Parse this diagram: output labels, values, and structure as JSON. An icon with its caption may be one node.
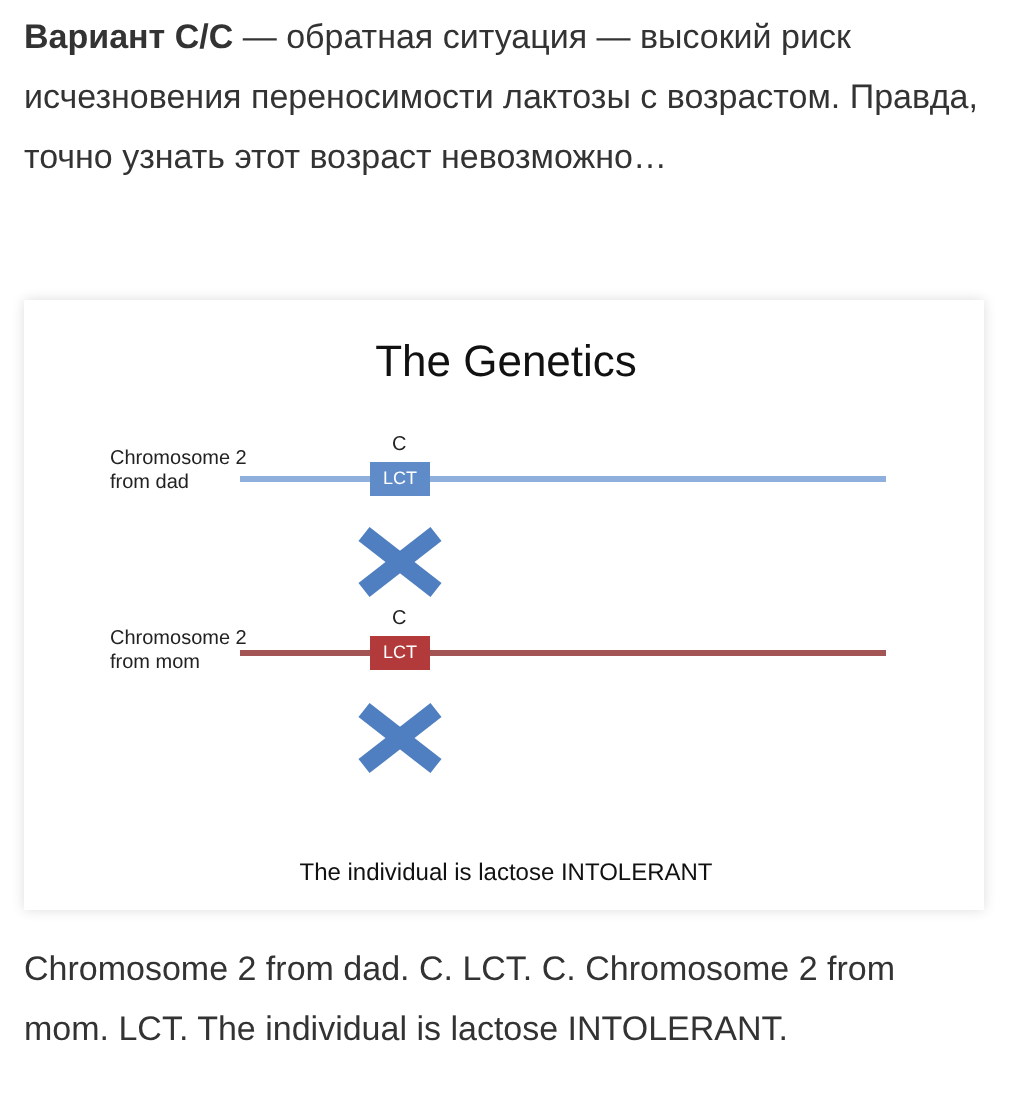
{
  "diagram": {
    "nodes": [
      {
        "text": [
          "LCT"
        ],
        "beside": [
          "C"
        ]
      },
      {
        "text": [
          "LCT"
        ],
        "beside": [
          "C"
        ]
      }
    ],
    "edges": [],
    "labels": [
      "**Вариант C/C** — обратная ситуация — высокий риск исчезновения переносимости лактозы с возрастом. Правда, точно узнать этот возраст невозможно…",
      "The Genetics",
      "Chromosome 2 from dad",
      "Chromosome 2 from mom",
      "The individual is lactose INTOLERANT",
      "Chromosome 2 from dad. C. LCT. C. Chromosome 2 from mom. LCT. The individual is lactose INTOLERANT."
    ]
  }
}
